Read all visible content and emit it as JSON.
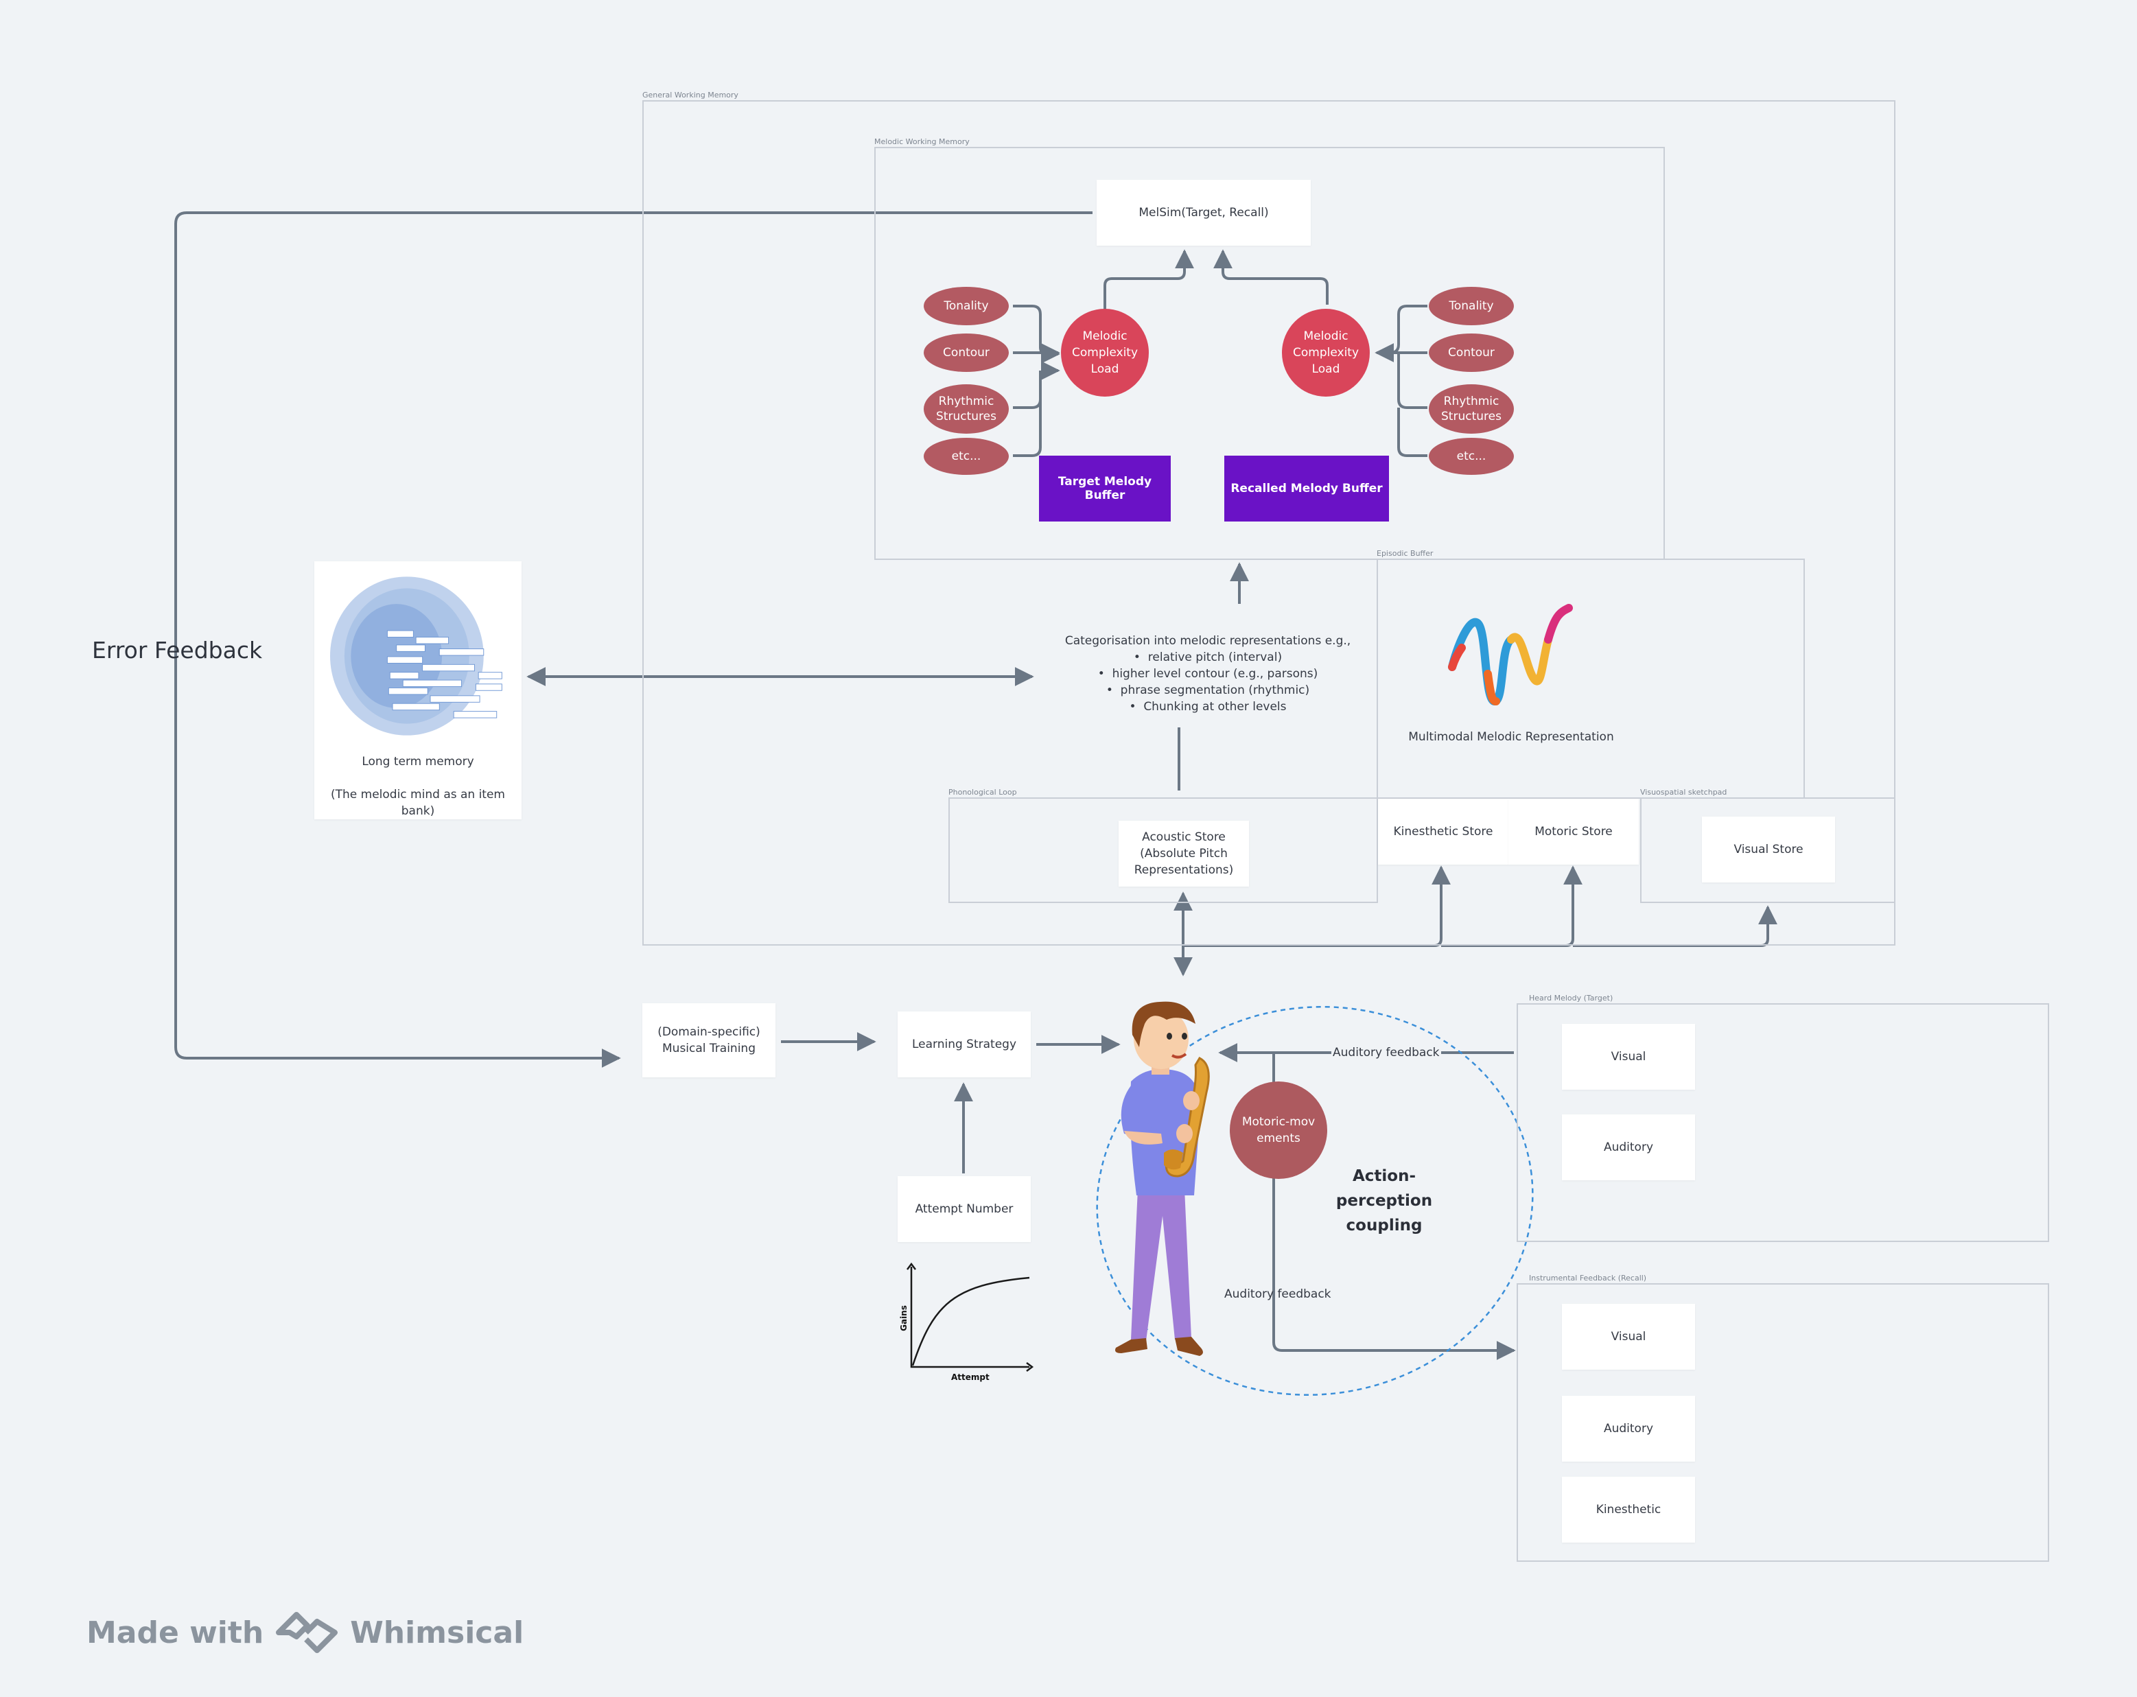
{
  "regions": {
    "general_working_memory": "General Working Memory",
    "melodic_working_memory": "Melodic Working Memory",
    "episodic_buffer": "Episodic Buffer",
    "phonological_loop": "Phonological Loop",
    "visuospatial_sketchpad": "Visuospatial sketchpad",
    "heard_melody": "Heard Melody (Target)",
    "instrumental_feedback": "Instrumental Feedback (Recall)"
  },
  "melsim": "MelSim(Target, Recall)",
  "left_features": [
    "Tonality",
    "Contour",
    "Rhythmic Structures",
    "etc..."
  ],
  "right_features": [
    "Tonality",
    "Contour",
    "Rhythmic Structures",
    "etc..."
  ],
  "complexity_left": "Melodic Complexity Load",
  "complexity_right": "Melodic Complexity Load",
  "target_buffer": "Target Melody Buffer",
  "recalled_buffer": "Recalled Melody Buffer",
  "categorisation": {
    "heading": "Categorisation into melodic representations e.g.,",
    "bullets": [
      "relative pitch (interval)",
      "higher level contour (e.g., parsons)",
      "phrase segmentation (rhythmic)",
      "Chunking at other levels"
    ]
  },
  "multimodal": "Multimodal Melodic Representation",
  "acoustic_store": "Acoustic Store (Absolute Pitch Representations)",
  "kinesthetic_store": "Kinesthetic Store",
  "motoric_store": "Motoric Store",
  "visual_store": "Visual Store",
  "ltm": {
    "title": "Long term memory",
    "subtitle": "(The melodic mind as an item bank)"
  },
  "error_feedback": "Error Feedback",
  "musical_training": "(Domain-specific) Musical Training",
  "learning_strategy": "Learning Strategy",
  "attempt_number": "Attempt Number",
  "learning_curve": {
    "xlabel": "Attempt",
    "ylabel": "Gains"
  },
  "motoric_movements": "Motoric-movements",
  "auditory_feedback_top": "Auditory feedback",
  "auditory_feedback_bottom": "Auditory feedback",
  "action_perception": "Action-perception coupling",
  "heard_melody_items": [
    "Visual",
    "Auditory"
  ],
  "instrumental_items": [
    "Visual",
    "Auditory",
    "Kinesthetic"
  ],
  "footer": {
    "made_with": "Made with",
    "brand": "Whimsical"
  },
  "colors": {
    "background": "#f0f3f6",
    "feature_pill": "#b35a62",
    "complexity": "#d9455a",
    "buffer": "#6a12c6",
    "motoric": "#ad5a5f",
    "connector": "#6b7785"
  }
}
